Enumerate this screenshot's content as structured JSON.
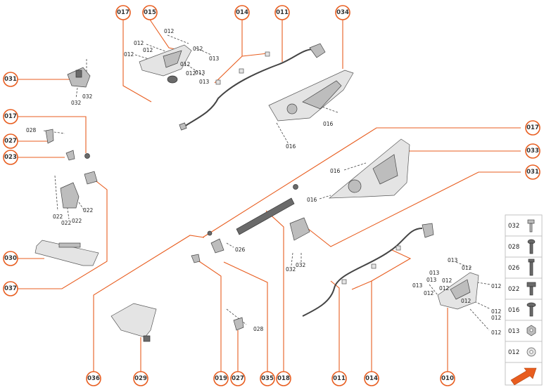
{
  "callouts": {
    "c017a": "017",
    "c015": "015",
    "c014a": "014",
    "c011a": "011",
    "c034": "034",
    "c031a": "031",
    "c017b": "017",
    "c027a": "027",
    "c023": "023",
    "c017c": "017",
    "c033": "033",
    "c031b": "031",
    "c030": "030",
    "c037": "037",
    "c036": "036",
    "c029": "029",
    "c019": "019",
    "c027b": "027",
    "c035": "035",
    "c018": "018",
    "c011b": "011",
    "c014b": "014",
    "c010": "010"
  },
  "labels": {
    "l1": "012",
    "l2": "012",
    "l3": "012",
    "l4": "012",
    "l5": "012",
    "l6": "013",
    "l7": "012",
    "l8": "012",
    "l9": "013",
    "l10": "013",
    "l11": "032",
    "l12": "032",
    "l13": "028",
    "l14": "016",
    "l15": "016",
    "l16": "016",
    "l17": "016",
    "l18": "022",
    "l19": "022",
    "l20": "022",
    "l21": "022",
    "l22": "026",
    "l23": "032",
    "l24": "032",
    "l25": "028",
    "l26": "013",
    "l27": "012",
    "l28": "013",
    "l29": "013",
    "l30": "012",
    "l31": "013",
    "l32": "012",
    "l33": "012",
    "l34": "012",
    "l35": "012",
    "l36": "012",
    "l37": "012",
    "l38": "012"
  },
  "legend": {
    "items": [
      {
        "code": "032",
        "icon": "hex-bolt-icon"
      },
      {
        "code": "028",
        "icon": "round-head-bolt-icon"
      },
      {
        "code": "026",
        "icon": "long-screw-icon"
      },
      {
        "code": "022",
        "icon": "flange-bolt-icon"
      },
      {
        "code": "016",
        "icon": "flange-screw-icon"
      },
      {
        "code": "013",
        "icon": "hex-nut-icon"
      },
      {
        "code": "012",
        "icon": "washer-icon"
      }
    ],
    "arrow_icon": "next-page-arrow-icon"
  },
  "colors": {
    "accent": "#e85d1f"
  }
}
